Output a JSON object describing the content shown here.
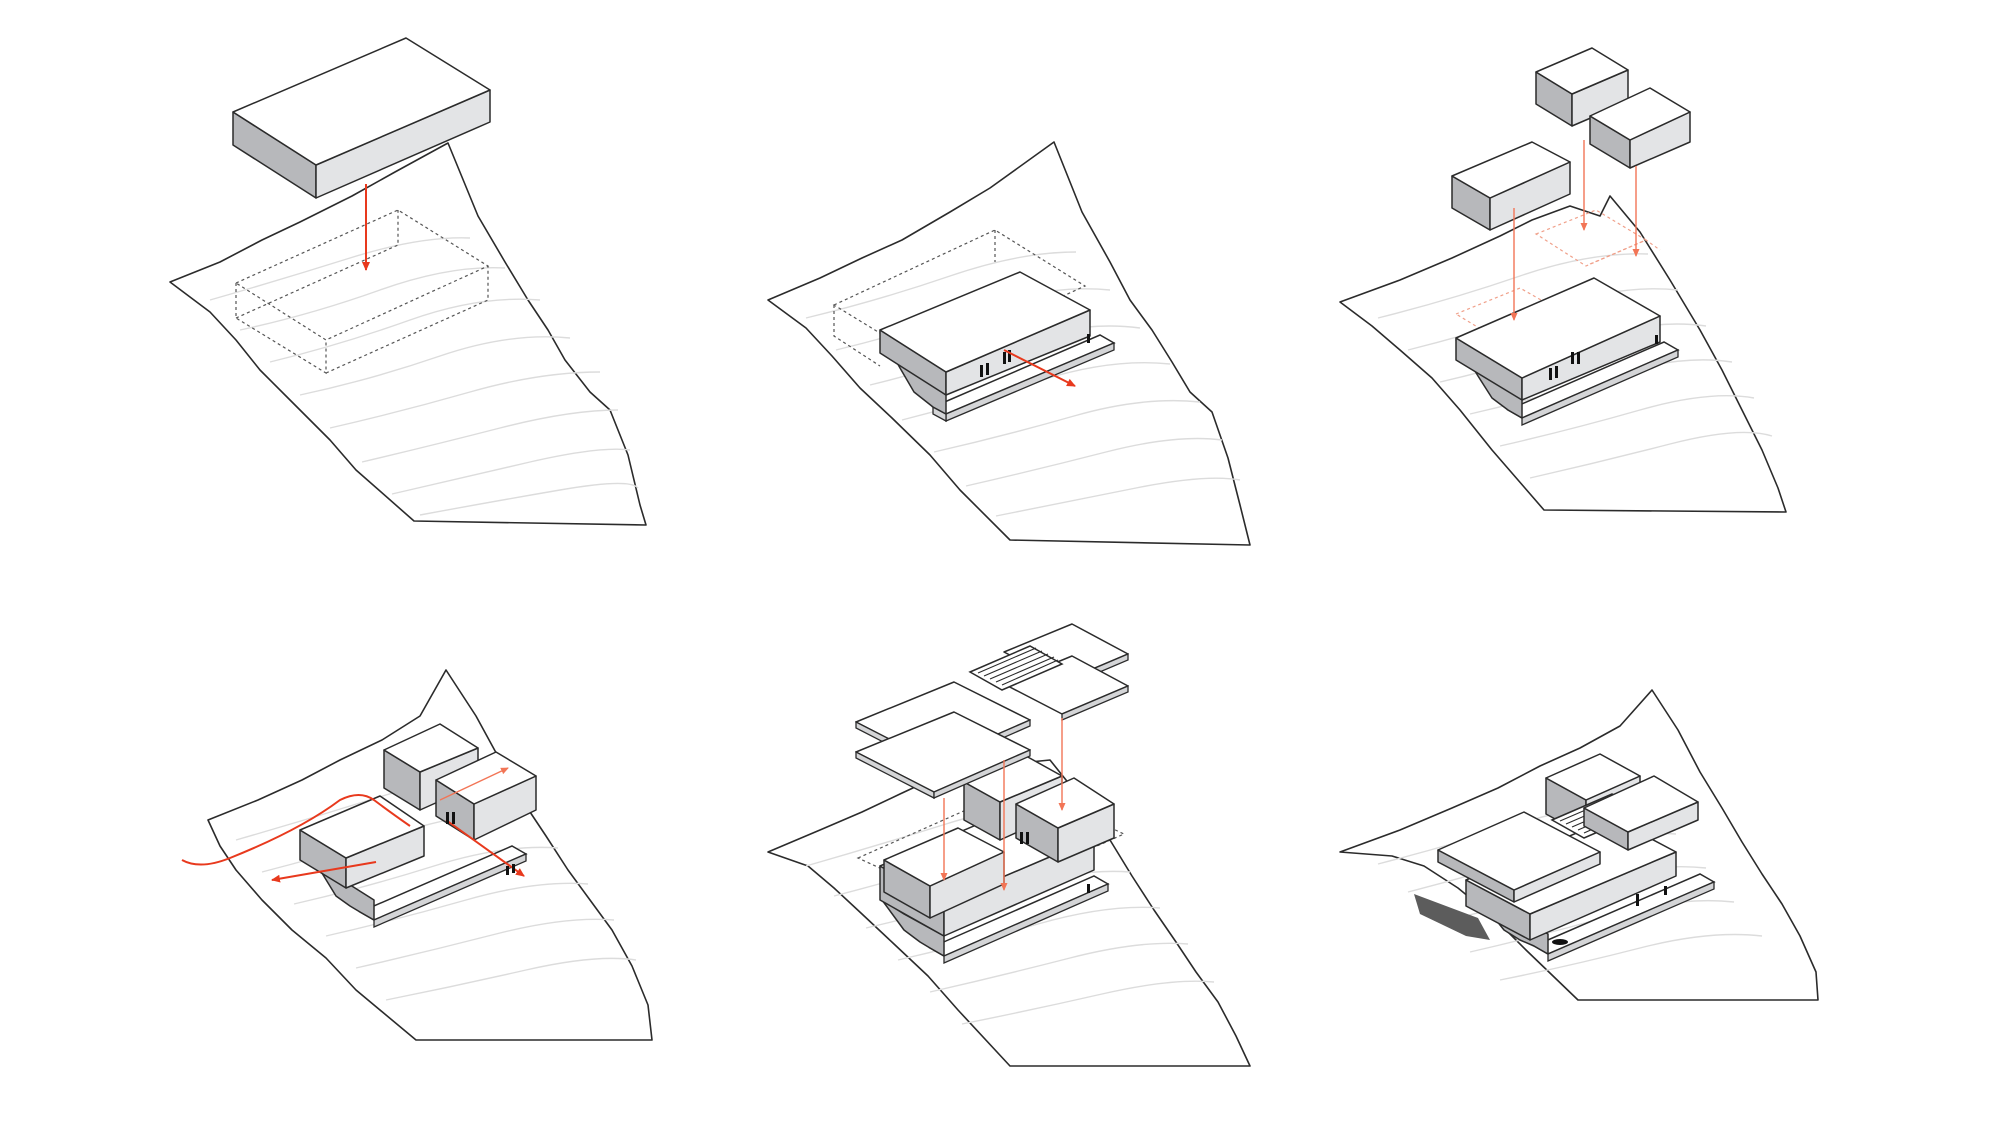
{
  "diagram": {
    "panel_count": 6,
    "colors": {
      "background": "#ffffff",
      "outline": "#2b2b2b",
      "contour": "#dcdcdc",
      "volume_side_dark": "#b7b8bb",
      "volume_side_light": "#e3e4e6",
      "arrow": "#e8391d"
    },
    "panels": [
      {
        "id": "step-1"
      },
      {
        "id": "step-2"
      },
      {
        "id": "step-3"
      },
      {
        "id": "step-4"
      },
      {
        "id": "step-5"
      },
      {
        "id": "step-6"
      }
    ]
  }
}
